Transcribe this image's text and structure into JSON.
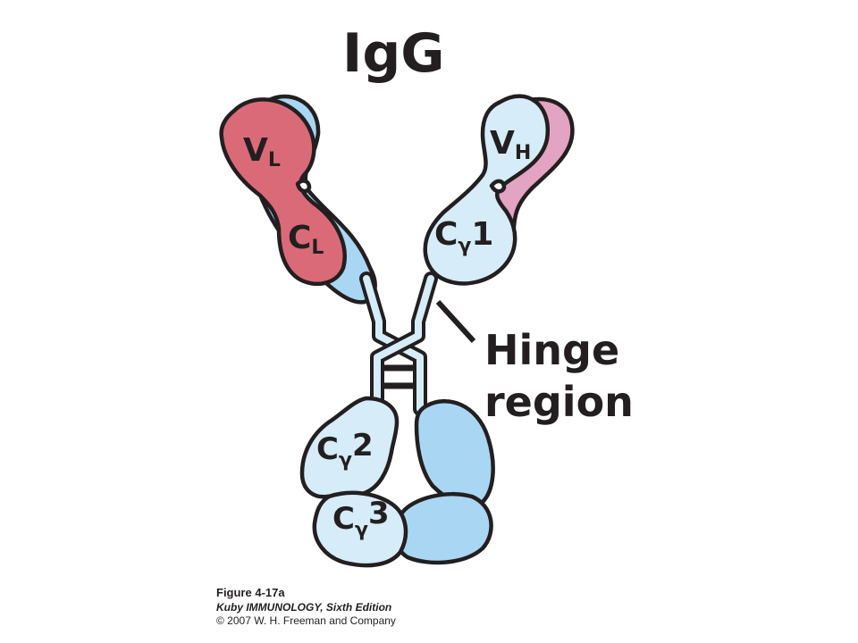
{
  "title": "IgG",
  "labels": {
    "vl_main": "V",
    "vl_sub": "L",
    "cl_main": "C",
    "cl_sub": "L",
    "vh_main": "V",
    "vh_sub": "H",
    "cg1_main": "C",
    "cg1_sub": "γ",
    "cg1_num": "1",
    "cg2_main": "C",
    "cg2_sub": "γ",
    "cg2_num": "2",
    "cg3_main": "C",
    "cg3_sub": "γ",
    "cg3_num": "3",
    "hinge_line1": "Hinge",
    "hinge_line2": "region"
  },
  "caption": {
    "figure": "Figure 4-17a",
    "book": "Kuby IMMUNOLOGY, Sixth Edition",
    "copyright": "© 2007 W. H. Freeman and Company"
  },
  "colors": {
    "light_chain": "#db6a78",
    "heavy_chain_pale": "#d6ecf8",
    "heavy_chain_mid": "#a9d6f3",
    "light_chain_right": "#e3a3c3",
    "outline": "#231f20"
  }
}
